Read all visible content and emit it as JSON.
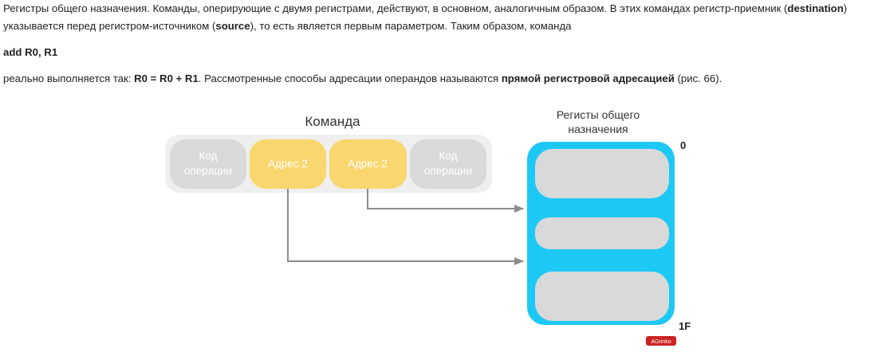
{
  "paragraph1": {
    "part1": "Регистры общего назначения. Команды, оперирующие с двумя регистрами, действуют, в основном, аналогичным образом. В этих командах регистр-приемник (",
    "dest": "destination",
    "part2": ") указывается перед регистром-источником (",
    "src": "source",
    "part3": "), то есть является первым параметром. Таким образом, команда"
  },
  "code_line": "add R0, R1",
  "paragraph2": {
    "part1": "реально выполняется так: ",
    "expr": "R0 = R0 + R1",
    "part2": ". Рассмотренные способы адресации операндов называются ",
    "term": "прямой регистровой адресацией",
    "part3": " (рис. 66)."
  },
  "diagram": {
    "command_title": "Команда",
    "registers_title_line1": "Регисты общего",
    "registers_title_line2": "назначения",
    "label_top": "0",
    "label_bottom": "1F",
    "fields": [
      {
        "line1": "Код",
        "line2": "операции"
      },
      {
        "line1": "Адрес 2",
        "line2": ""
      },
      {
        "line1": "Адрес 2",
        "line2": ""
      },
      {
        "line1": "Код",
        "line2": "операции"
      }
    ],
    "logo": "AGrinko",
    "colors": {
      "gray_field": "#d9d9d9",
      "container": "#efefef",
      "yellow_field": "#fad66e",
      "register_file": "#1ec8f5",
      "register_cell": "#d9d9d9",
      "arrow": "#8c8c8c",
      "logo_bg": "#cc2222"
    }
  }
}
